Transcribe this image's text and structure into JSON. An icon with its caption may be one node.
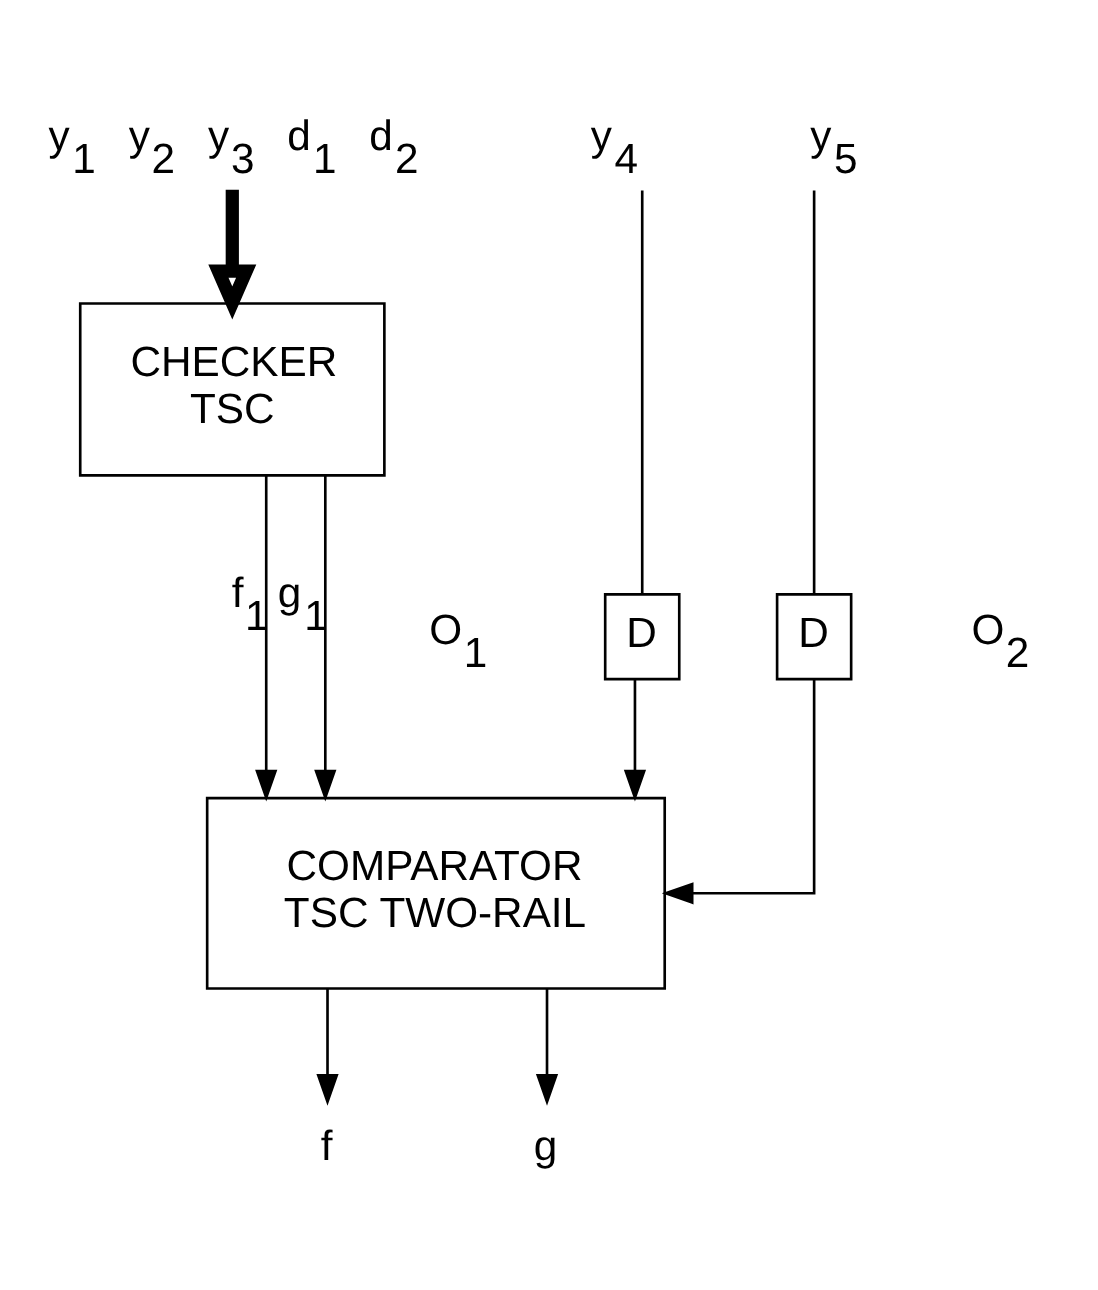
{
  "diagram": {
    "nodes": [
      {
        "text": [
          "y$_{1}$",
          "y$_{2}$",
          "y$_{3}$",
          "d$_{1}$",
          "d$_{2}$"
        ]
      },
      {
        "text": [
          "y$_{4}$"
        ]
      },
      {
        "text": [
          "y$_{5}$"
        ]
      },
      {
        "text": [
          "CHECKER TSC"
        ]
      },
      {
        "text": [
          "D"
        ]
      },
      {
        "text": [
          "D"
        ]
      },
      {
        "text": [
          "COMPARATOR TSC TWO-RAIL"
        ]
      },
      {
        "text": [
          "f"
        ]
      },
      {
        "text": [
          "g"
        ]
      }
    ],
    "edges": [
      {
        "from": 0,
        "to": 3,
        "arrow": "to",
        "style": "thick"
      },
      {
        "from": 3,
        "to": 6,
        "arrow": "to",
        "label": "f$_{1}$"
      },
      {
        "from": 3,
        "to": 6,
        "arrow": "to",
        "label": "g$_{1}$"
      },
      {
        "from": 1,
        "to": 4,
        "arrow": "none"
      },
      {
        "from": 2,
        "to": 5,
        "arrow": "none"
      },
      {
        "from": 4,
        "to": 6,
        "arrow": "to"
      },
      {
        "from": 5,
        "to": 6,
        "arrow": "to"
      },
      {
        "from": 6,
        "to": 7,
        "arrow": "to"
      },
      {
        "from": 6,
        "to": 8,
        "arrow": "to"
      }
    ],
    "labels": [
      "O$_{1}$",
      "O$_{2}$"
    ]
  }
}
